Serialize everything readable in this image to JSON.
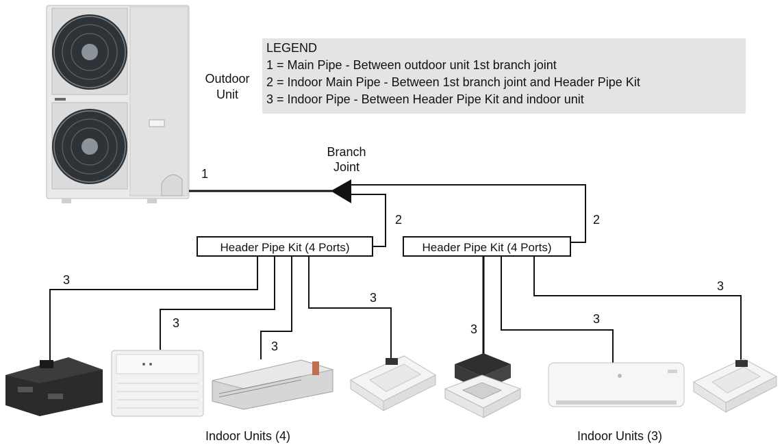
{
  "outdoor_unit": {
    "label": "Outdoor Unit"
  },
  "legend": {
    "title": "LEGEND",
    "items": [
      "1 = Main Pipe - Between outdoor unit 1st branch joint",
      "2 = Indoor Main Pipe - Between 1st branch joint and Header Pipe Kit",
      "3 = Indoor Pipe - Between Header Pipe Kit and indoor unit"
    ]
  },
  "branch_joint": {
    "label": "Branch Joint"
  },
  "pipe_labels": {
    "main": "1",
    "indoor_main": "2",
    "indoor": "3"
  },
  "header_kits": [
    {
      "label": "Header Pipe Kit (4 Ports)"
    },
    {
      "label": "Header Pipe Kit (4 Ports)"
    }
  ],
  "indoor_groups": [
    {
      "label": "Indoor Units (4)"
    },
    {
      "label": "Indoor Units (3)"
    }
  ],
  "colors": {
    "line": "#111111",
    "legend_bg": "#e4e4e4",
    "unit_body": "#e9e9e9",
    "fan_grille": "#2e3338"
  }
}
